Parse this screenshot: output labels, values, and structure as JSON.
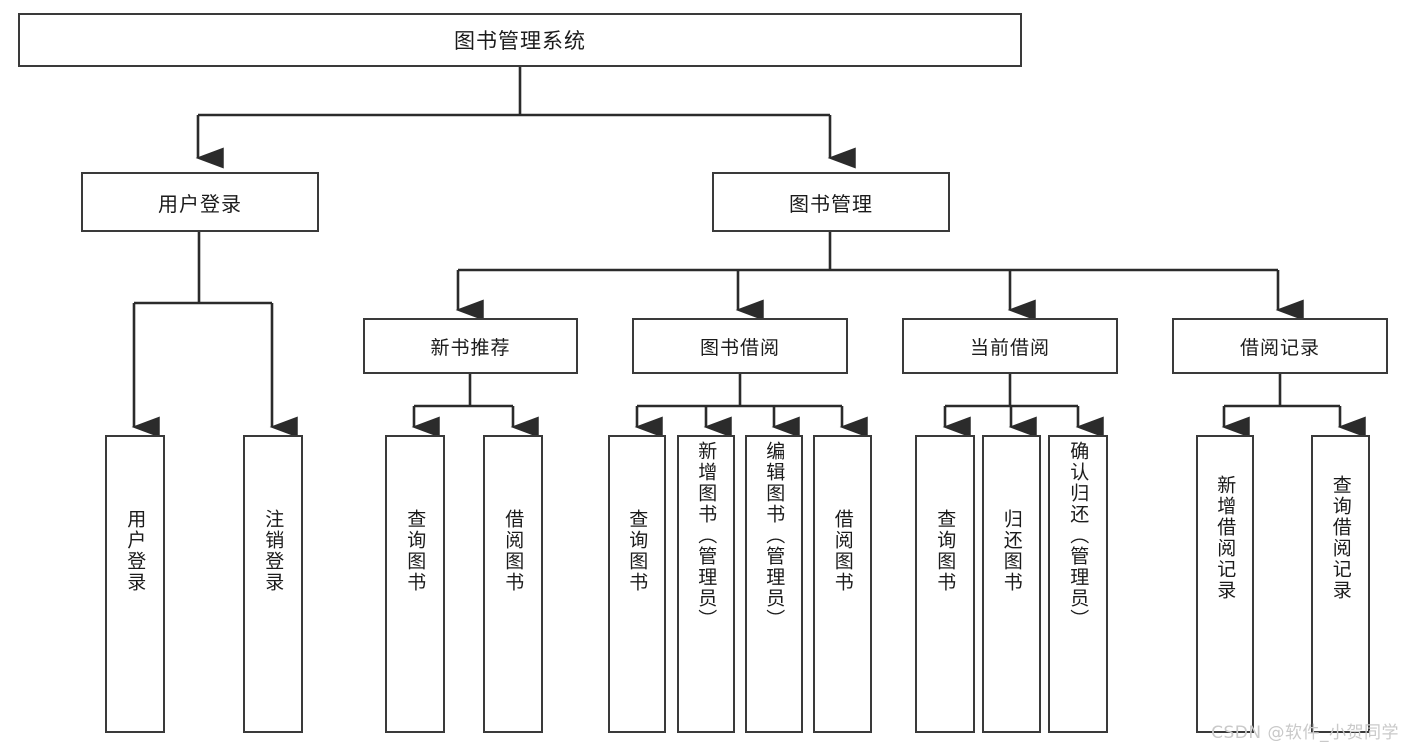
{
  "diagram": {
    "kind": "hierarchy-tree",
    "title": "图书管理系统",
    "root": {
      "label": "图书管理系统"
    },
    "level1": [
      {
        "label": "用户登录"
      },
      {
        "label": "图书管理"
      }
    ],
    "level2": [
      {
        "label": "新书推荐"
      },
      {
        "label": "图书借阅"
      },
      {
        "label": "当前借阅"
      },
      {
        "label": "借阅记录"
      }
    ],
    "leaves": {
      "user_login": [
        {
          "label": "用户登录"
        },
        {
          "label": "注销登录"
        }
      ],
      "new_book_recommend": [
        {
          "label": "查询图书"
        },
        {
          "label": "借阅图书"
        }
      ],
      "book_borrow": [
        {
          "label": "查询图书"
        },
        {
          "label": "新增图书（管理员）"
        },
        {
          "label": "编辑图书（管理员）"
        },
        {
          "label": "借阅图书"
        }
      ],
      "current_borrow": [
        {
          "label": "查询图书"
        },
        {
          "label": "归还图书"
        },
        {
          "label": "确认归还（管理员）"
        }
      ],
      "borrow_record": [
        {
          "label": "新增借阅记录"
        },
        {
          "label": "查询借阅记录"
        }
      ]
    }
  },
  "watermark": {
    "text": "CSDN @软件_小贺同学"
  },
  "colors": {
    "box_border": "#3a3a3a",
    "box_fill": "#ffffff",
    "connector": "#2b2b2b",
    "text": "#1b1b1b",
    "watermark": "#c9c9c9"
  }
}
